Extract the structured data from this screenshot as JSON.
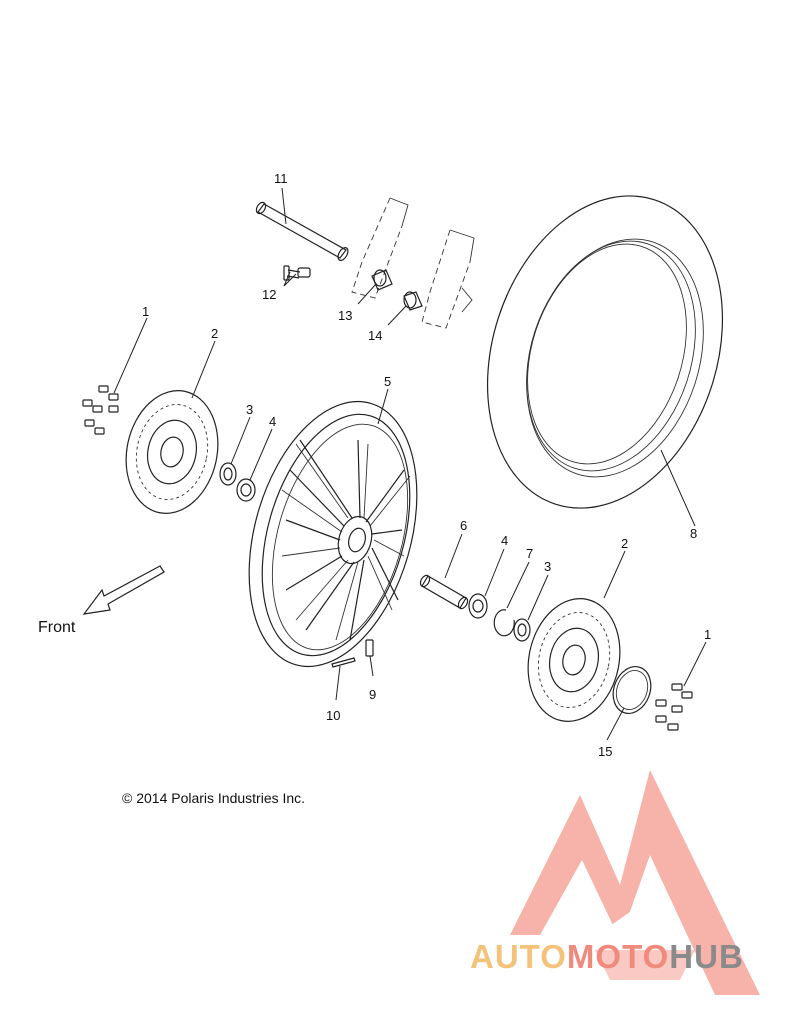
{
  "callouts": {
    "c1_left": "1",
    "c2_left": "2",
    "c3_left": "3",
    "c4_left": "4",
    "c5": "5",
    "c6": "6",
    "c4_right": "4",
    "c7": "7",
    "c3_right": "3",
    "c2_right": "2",
    "c1_right": "1",
    "c8": "8",
    "c9": "9",
    "c10": "10",
    "c11": "11",
    "c12": "12",
    "c13": "13",
    "c14": "14",
    "c15": "15"
  },
  "front_label": "Front",
  "copyright": "© 2014 Polaris Industries Inc.",
  "watermark": {
    "part_a": "AUTO",
    "part_b": "MOTO",
    "part_c": "HUB",
    "color_a": "#f4c27a",
    "color_b": "#f08a7d",
    "color_c": "#8a8a8a"
  }
}
